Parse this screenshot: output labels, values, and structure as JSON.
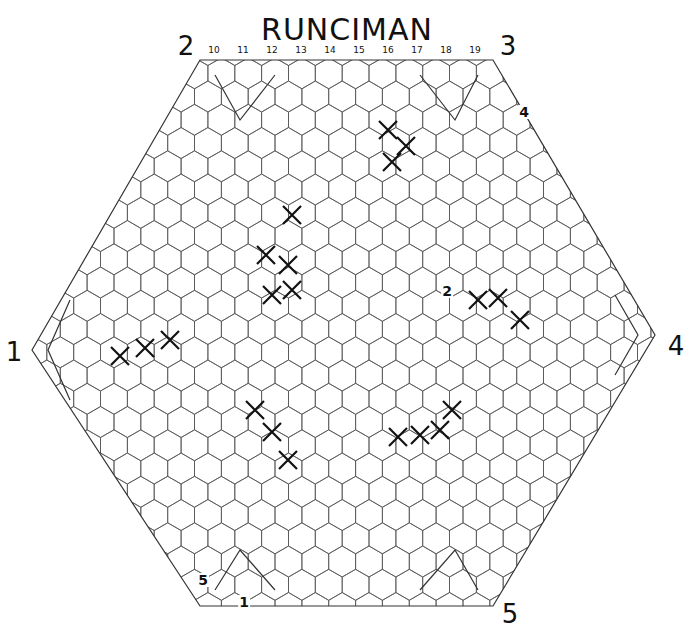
{
  "diagram": {
    "title": "RUNCIMAN",
    "labels": [
      "1",
      "2",
      "3",
      "4",
      "5",
      "10",
      "11",
      "12",
      "13",
      "14",
      "15",
      "16",
      "17",
      "18",
      "19",
      "2",
      "4",
      "5",
      "1"
    ]
  }
}
